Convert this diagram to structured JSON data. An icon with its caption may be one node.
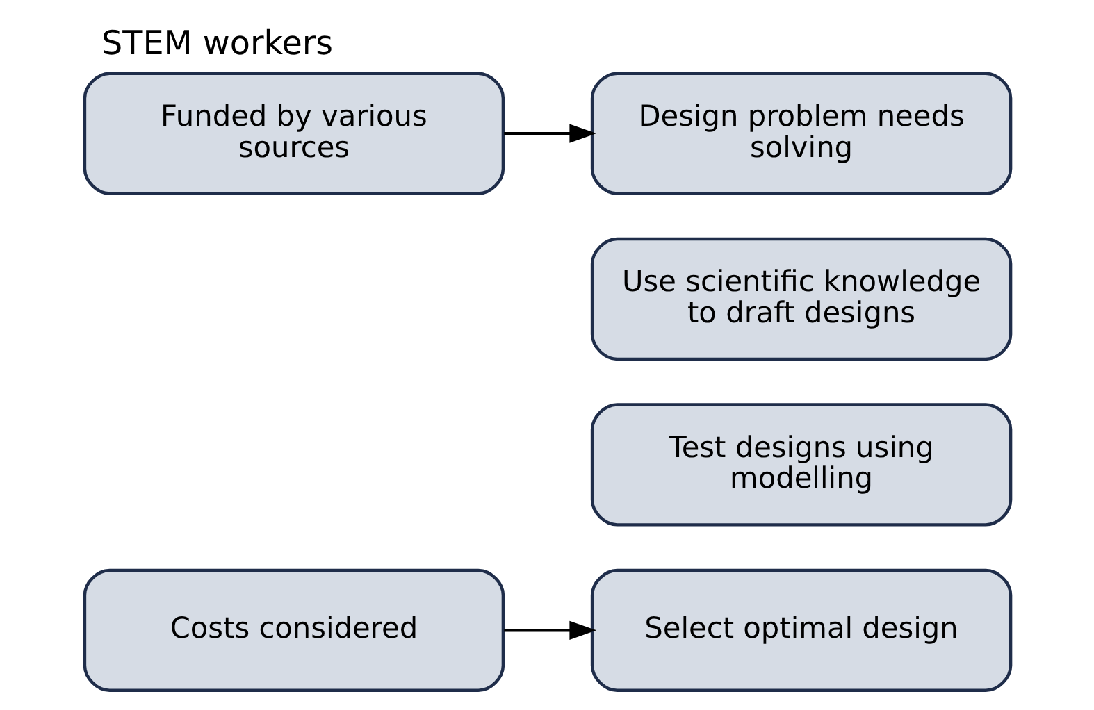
{
  "diagram": {
    "title": "STEM workers",
    "nodes": [
      {
        "text": [
          "Design problem needs solving"
        ]
      },
      {
        "text": [
          "Funded by various sources"
        ]
      },
      {
        "text": [
          "Use scientific knowledge to draft designs"
        ]
      },
      {
        "text": [
          "Test designs using modelling"
        ]
      },
      {
        "text": [
          "Select optimal design"
        ]
      },
      {
        "text": [
          "Costs considered"
        ]
      }
    ],
    "edges": [
      {
        "from": 1,
        "to": 0,
        "arrow": "to"
      },
      {
        "from": 5,
        "to": 4,
        "arrow": "to"
      }
    ]
  }
}
